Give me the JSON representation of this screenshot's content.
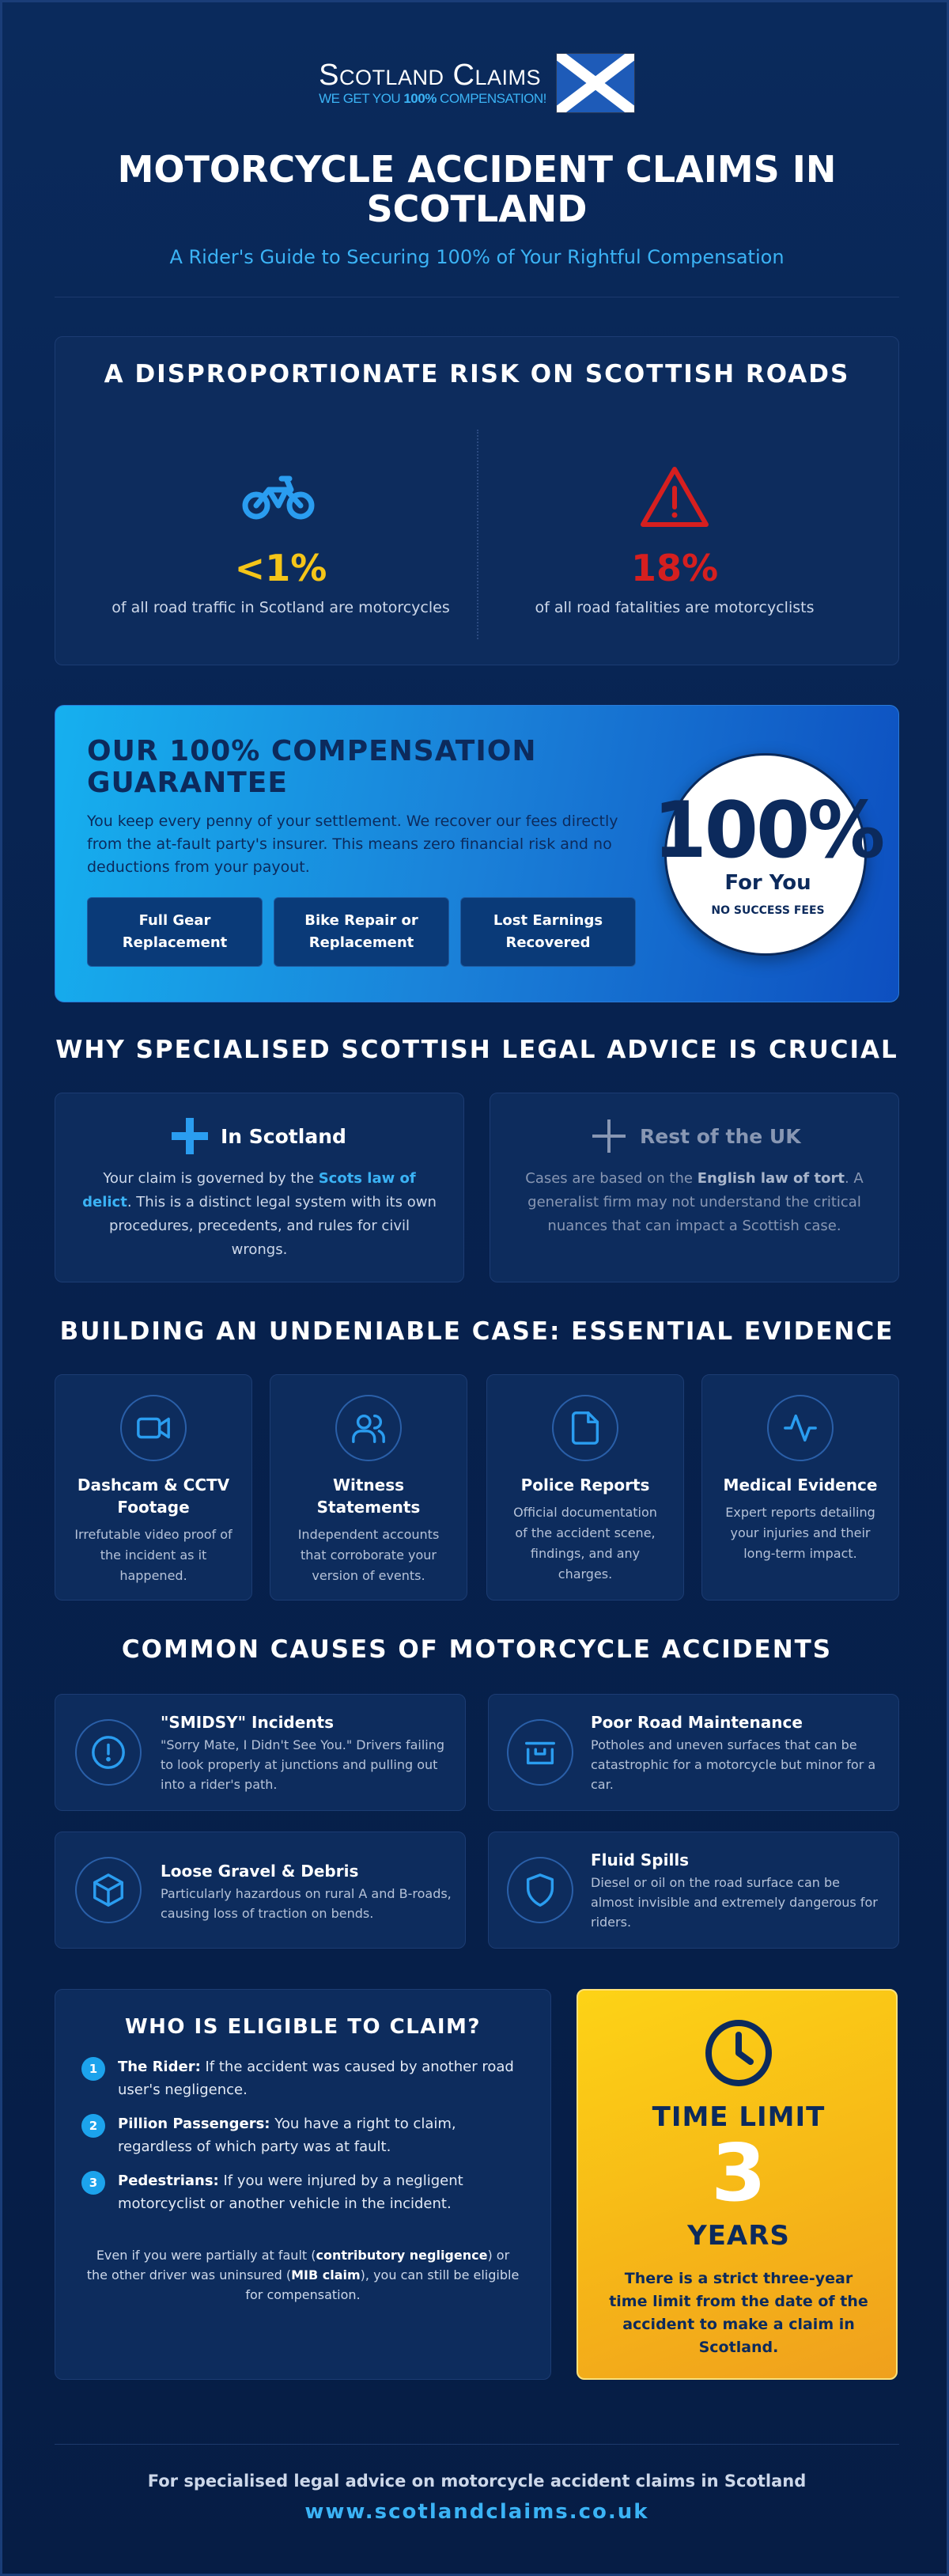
{
  "brand": {
    "name": "Scotland Claims",
    "tagline_pre": "WE GET YOU ",
    "tagline_bold": "100%",
    "tagline_post": " COMPENSATION!"
  },
  "header": {
    "title": "MOTORCYCLE ACCIDENT CLAIMS IN SCOTLAND",
    "subtitle": "A Rider's Guide to Securing 100% of Your Rightful Compensation"
  },
  "risk": {
    "title": "A DISPROPORTIONATE RISK ON SCOTTISH ROADS",
    "stats": [
      {
        "icon": "motorcycle-icon",
        "value": "<1%",
        "label": "of all road traffic in Scotland are motorcycles",
        "color": "#f5c518"
      },
      {
        "icon": "warning-icon",
        "value": "18%",
        "label": "of all road fatalities are motorcyclists",
        "color": "#d61f1f"
      }
    ]
  },
  "guarantee": {
    "title": "OUR 100% COMPENSATION GUARANTEE",
    "text": "You keep every penny of your settlement. We recover our fees directly from the at-fault party's insurer. This means zero financial risk and no deductions from your payout.",
    "chips": [
      "Full Gear Replacement",
      "Bike Repair or Replacement",
      "Lost Earnings Recovered"
    ],
    "badge": {
      "value": "100%",
      "line1": "For You",
      "line2": "NO SUCCESS FEES"
    }
  },
  "legal": {
    "title": "WHY SPECIALISED SCOTTISH LEGAL ADVICE IS CRUCIAL",
    "scotland": {
      "heading": "In Scotland",
      "pre": "Your claim is governed by the ",
      "highlight": "Scots law of delict",
      "post": ". This is a distinct legal system with its own procedures, precedents, and rules for civil wrongs."
    },
    "uk": {
      "heading": "Rest of the UK",
      "pre": "Cases are based on the ",
      "highlight": "English law of tort",
      "post": ". A generalist firm may not understand the critical nuances that can impact a Scottish case."
    }
  },
  "evidence": {
    "title": "BUILDING AN UNDENIABLE CASE: ESSENTIAL EVIDENCE",
    "items": [
      {
        "icon": "video-camera-icon",
        "title": "Dashcam & CCTV Footage",
        "text": "Irrefutable video proof of the incident as it happened."
      },
      {
        "icon": "people-icon",
        "title": "Witness Statements",
        "text": "Independent accounts that corroborate your version of events."
      },
      {
        "icon": "document-icon",
        "title": "Police Reports",
        "text": "Official documentation of the accident scene, findings, and any charges."
      },
      {
        "icon": "heartbeat-icon",
        "title": "Medical Evidence",
        "text": "Expert reports detailing your injuries and their long-term impact."
      }
    ]
  },
  "causes": {
    "title": "COMMON CAUSES OF MOTORCYCLE ACCIDENTS",
    "items": [
      {
        "icon": "alert-circle-icon",
        "title": "\"SMIDSY\" Incidents",
        "text": "\"Sorry Mate, I Didn't See You.\" Drivers failing to look properly at junctions and pulling out into a rider's path."
      },
      {
        "icon": "pothole-icon",
        "title": "Poor Road Maintenance",
        "text": "Potholes and uneven surfaces that can be catastrophic for a motorcycle but minor for a car."
      },
      {
        "icon": "box-icon",
        "title": "Loose Gravel & Debris",
        "text": "Particularly hazardous on rural A and B-roads, causing loss of traction on bends."
      },
      {
        "icon": "shield-icon",
        "title": "Fluid Spills",
        "text": "Diesel or oil on the road surface can be almost invisible and extremely dangerous for riders."
      }
    ]
  },
  "eligibility": {
    "title": "WHO IS ELIGIBLE TO CLAIM?",
    "items": [
      {
        "num": "1",
        "label": "The Rider:",
        "text": " If the accident was caused by another road user's negligence."
      },
      {
        "num": "2",
        "label": "Pillion Passengers:",
        "text": " You have a right to claim, regardless of which party was at fault."
      },
      {
        "num": "3",
        "label": "Pedestrians:",
        "text": " If you were injured by a negligent motorcyclist or another vehicle in the incident."
      }
    ],
    "note": {
      "p1": "Even if you were partially at fault (",
      "b1": "contributory negligence",
      "p2": ") or the other driver was uninsured (",
      "b2": "MIB claim",
      "p3": "), you can still be eligible for compensation."
    }
  },
  "time_limit": {
    "label": "TIME LIMIT",
    "value": "3",
    "unit": "YEARS",
    "text": "There is a strict three-year time limit from the date of the accident to make a claim in Scotland."
  },
  "footer": {
    "text": "For specialised legal advice on motorcycle accident claims in Scotland",
    "url": "www.scotlandclaims.co.uk"
  }
}
